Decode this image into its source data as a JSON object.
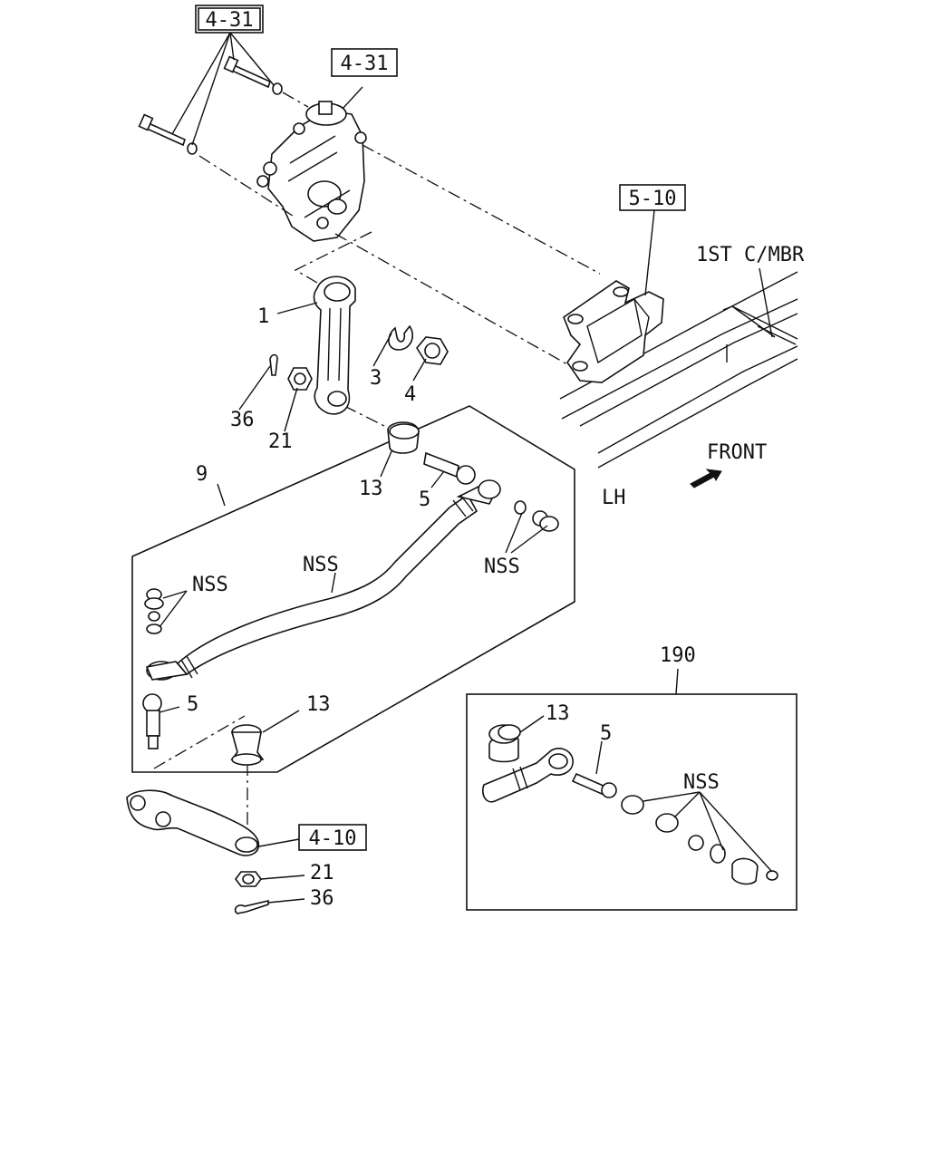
{
  "references": {
    "ref_4_31_a": "4-31",
    "ref_4_31_b": "4-31",
    "ref_5_10": "5-10",
    "ref_4_10": "4-10"
  },
  "labels": {
    "first_crossmember": "1ST C/MBR",
    "front": "FRONT",
    "lh": "LH",
    "p1": "1",
    "p3": "3",
    "p4": "4",
    "p36_top": "36",
    "p21_top": "21",
    "p9": "9",
    "p13_top": "13",
    "p5_top": "5",
    "nss_right": "NSS",
    "nss_rod": "NSS",
    "nss_left": "NSS",
    "p5_bottom": "5",
    "p13_bottom": "13",
    "p21_bottom": "21",
    "p36_bottom": "36",
    "p190": "190",
    "p13_inset": "13",
    "p5_inset": "5",
    "nss_inset": "NSS"
  }
}
